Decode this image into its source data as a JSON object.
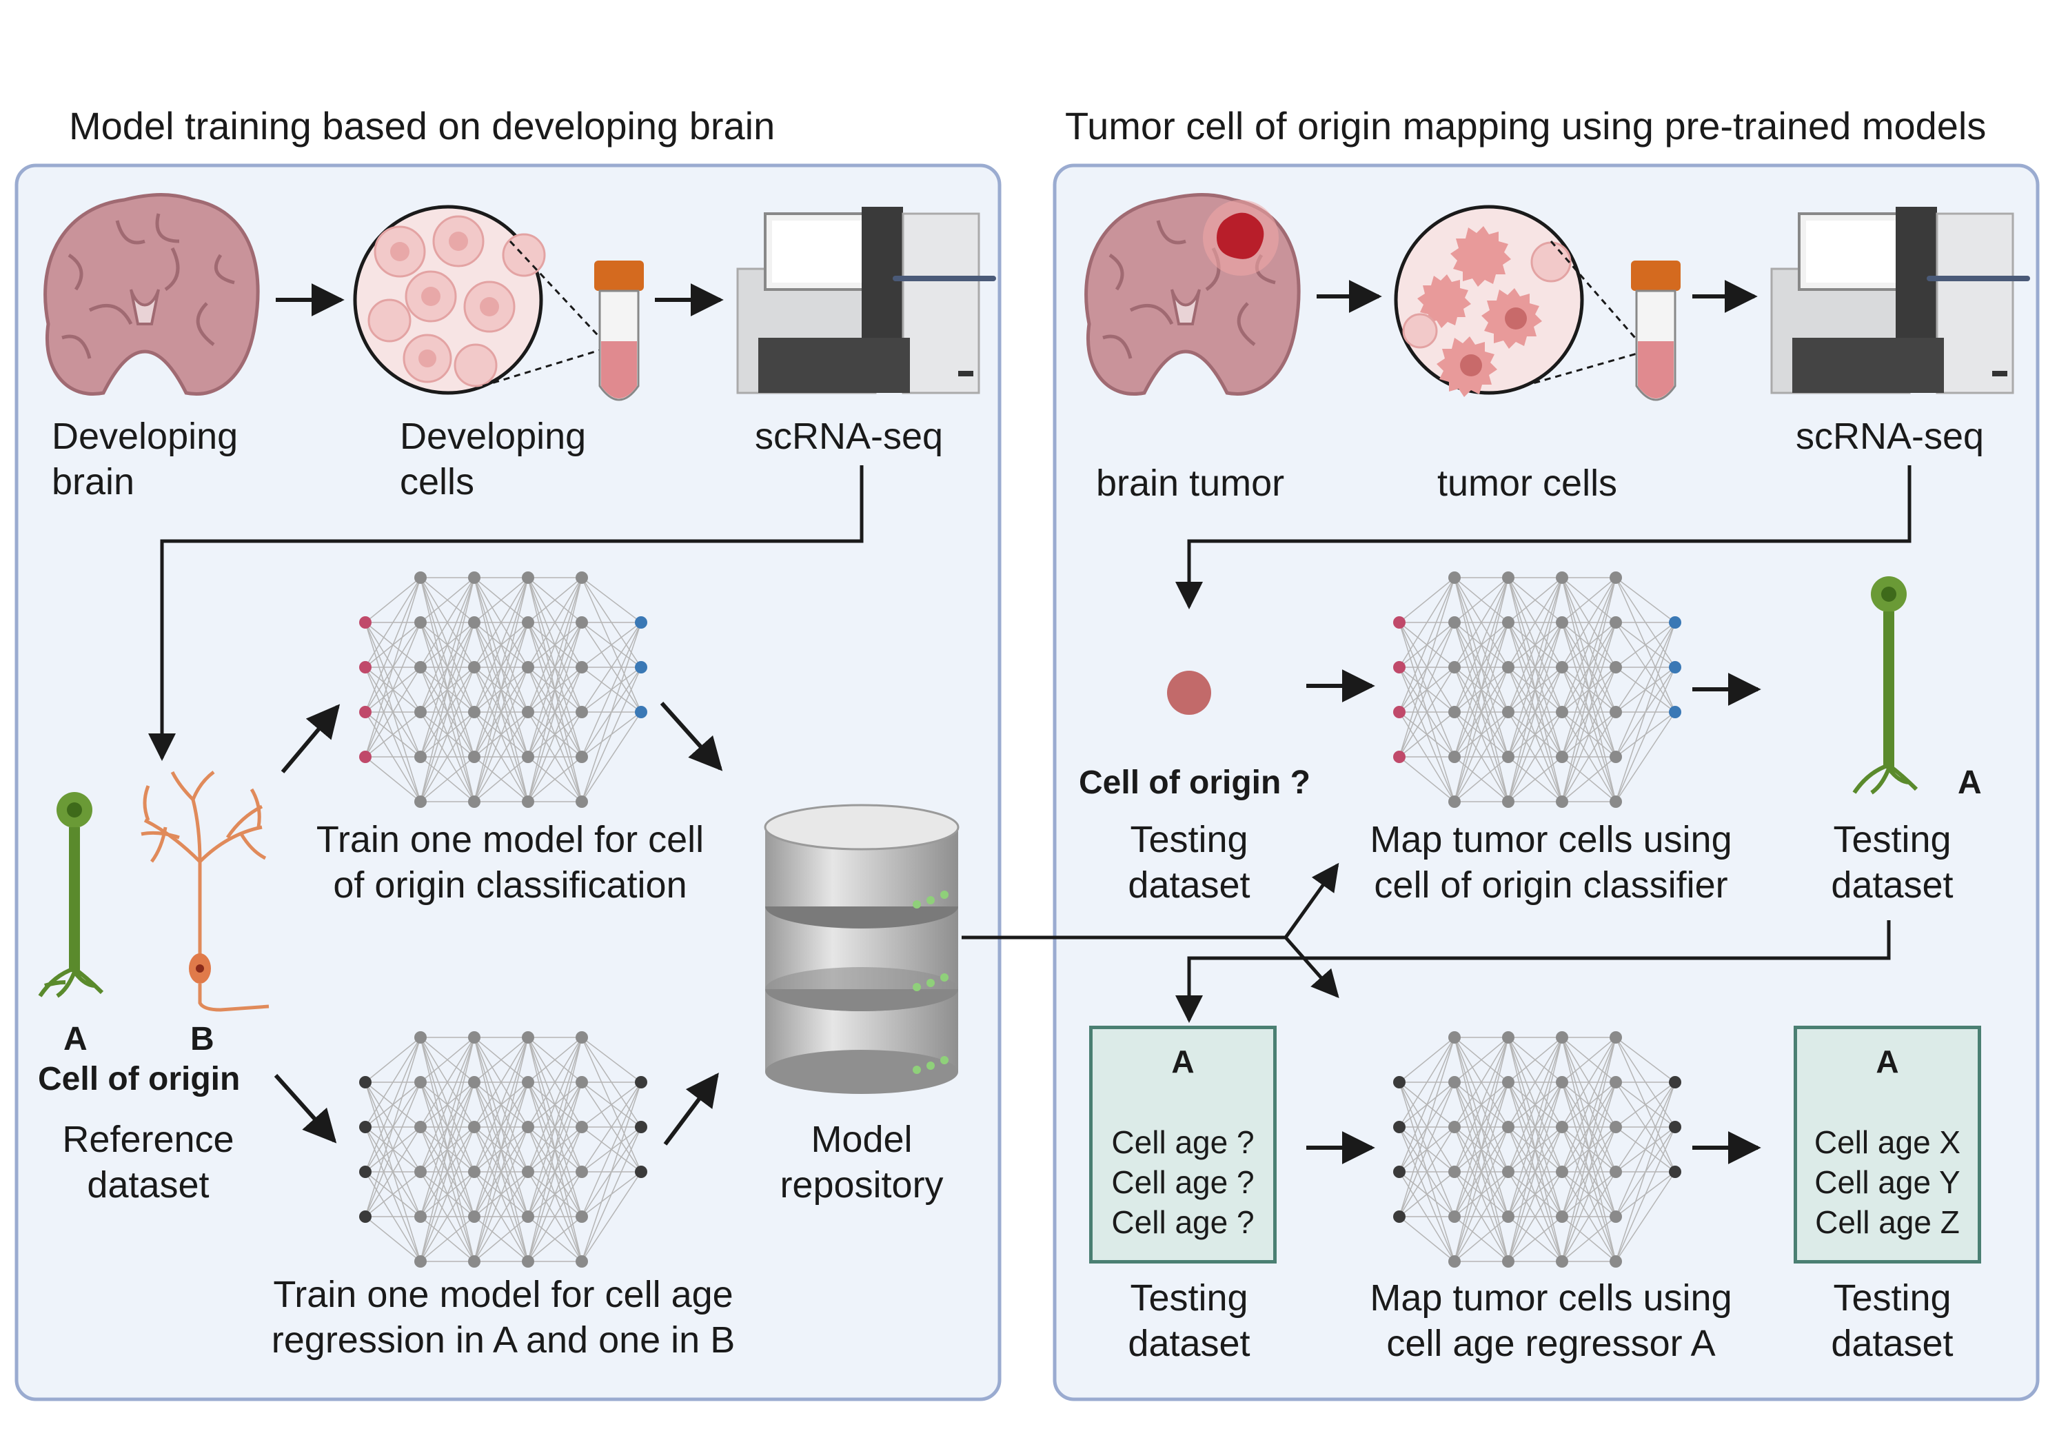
{
  "left_panel": {
    "title": "Model training based on developing brain",
    "developing_brain": [
      "Developing",
      "brain"
    ],
    "developing_cells": [
      "Developing",
      "cells"
    ],
    "scrna": "scRNA-seq",
    "neuron_a": "A",
    "neuron_b": "B",
    "cell_of_origin": "Cell of origin",
    "reference_dataset": [
      "Reference",
      "dataset"
    ],
    "train_classification": [
      "Train one model for cell",
      "of origin classification"
    ],
    "train_regression": [
      "Train one model for cell age",
      "regression in A and one in B"
    ],
    "model_repository": [
      "Model",
      "repository"
    ]
  },
  "right_panel": {
    "title": "Tumor cell of origin mapping using pre-trained models",
    "brain_tumor": "brain tumor",
    "tumor_cells": "tumor cells",
    "scrna": "scRNA-seq",
    "cell_of_origin_q": "Cell of origin ?",
    "testing_dataset_1": [
      "Testing",
      "dataset"
    ],
    "map_classifier": [
      "Map tumor cells using",
      "cell of origin classifier"
    ],
    "result_a": "A",
    "testing_dataset_2": [
      "Testing",
      "dataset"
    ],
    "card_left": {
      "title": "A",
      "lines": [
        "Cell age ?",
        "Cell age ?",
        "Cell age ?"
      ]
    },
    "card_right": {
      "title": "A",
      "lines": [
        "Cell age X",
        "Cell age Y",
        "Cell age Z"
      ]
    },
    "testing_dataset_3": [
      "Testing",
      "dataset"
    ],
    "map_regressor": [
      "Map tumor cells using",
      "cell age regressor A"
    ],
    "testing_dataset_4": [
      "Testing",
      "dataset"
    ]
  },
  "colors": {
    "panel_fill": "#eef3fa",
    "panel_border": "#9aabd0",
    "brain": "#c9939a",
    "cell_fill": "#f2c9c9",
    "tumor": "#e89a9a",
    "neuron_green": "#5a8a2c",
    "neuron_orange": "#e08a5a",
    "node_pink": "#c0496a",
    "node_blue": "#3a78b5",
    "node_grey": "#8a8a8a",
    "node_dark": "#3a3a3a",
    "card_fill": "#dcebe8",
    "card_border": "#4a7f72"
  }
}
